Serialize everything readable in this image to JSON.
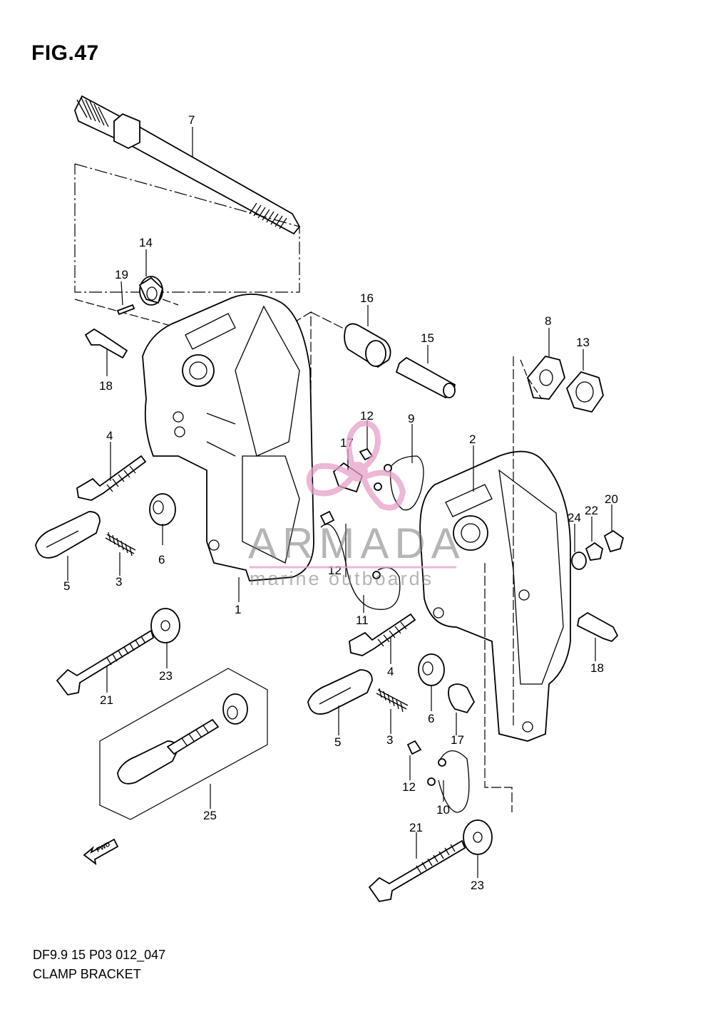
{
  "figure": {
    "title": "FIG.47"
  },
  "footer": {
    "code": "DF9.9 15 P03 012_047",
    "name": "CLAMP BRACKET"
  },
  "watermark": {
    "brand": "ARMADA",
    "tagline": "marine outboards",
    "accent_color": "#e79fc9"
  },
  "fwd_arrow": {
    "text": "FWD"
  },
  "callouts": [
    "7",
    "14",
    "19",
    "16",
    "15",
    "8",
    "13",
    "18",
    "12",
    "9",
    "4",
    "17",
    "2",
    "24",
    "22",
    "20",
    "6",
    "5",
    "3",
    "12",
    "1",
    "11",
    "23",
    "4",
    "18",
    "21",
    "6",
    "5",
    "3",
    "17",
    "25",
    "12",
    "10",
    "21",
    "23"
  ]
}
